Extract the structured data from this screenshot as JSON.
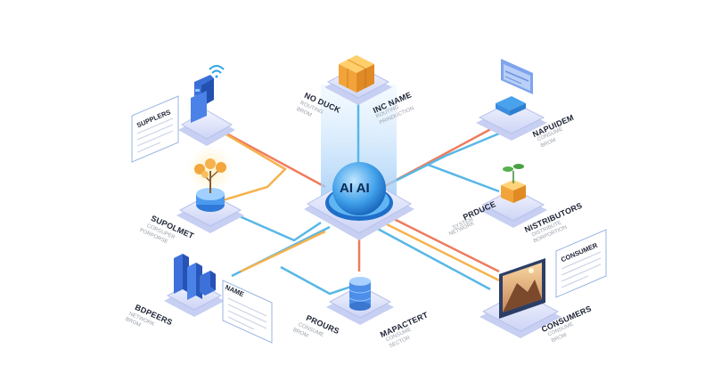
{
  "hub": {
    "label": "AI AI"
  },
  "nodes": {
    "suppliers": {
      "title": "SUPPLERS"
    },
    "no_duck": {
      "title": "NO DUCK",
      "sub1": "ROUTING",
      "sub2": "BROM"
    },
    "inc_name": {
      "title": "INC NAME",
      "sub1": "ROUTING",
      "sub2": "PRINDUCTION"
    },
    "napuidem": {
      "title": "NAPUIDEM",
      "sub1": "CONSUME",
      "sub2": "BROM"
    },
    "supolmet": {
      "title": "SUPOLMET",
      "sub1": "CORSUPER",
      "sub2": "PORPORSE"
    },
    "produce": {
      "title": "PRDUCE",
      "sub1": "SYSTEM",
      "sub2": "NETWORK"
    },
    "nistributors": {
      "title": "NISTRIBUTORS",
      "sub1": "DISTRIBUTE",
      "sub2": "BORPORTION"
    },
    "consumer_card": {
      "title": "CONSUMER"
    },
    "name_card": {
      "title": "NAME"
    },
    "bdpeers": {
      "title": "BDPEERS",
      "sub1": "NETWORK",
      "sub2": "BROM"
    },
    "prours": {
      "title": "PROURS",
      "sub1": "CONSUME",
      "sub2": "BROM"
    },
    "mapactert": {
      "title": "MAPACTERT",
      "sub1": "CONSUME",
      "sub2": "SECTOR"
    },
    "consumers": {
      "title": "CONSUMERS",
      "sub1": "CONSUME",
      "sub2": "BROM"
    }
  },
  "colors": {
    "red": "#ef7b5c",
    "orange": "#f6b24d",
    "blue": "#58b7e6",
    "hub_glow": "#cfe6ff",
    "platform": "#e9edff"
  }
}
